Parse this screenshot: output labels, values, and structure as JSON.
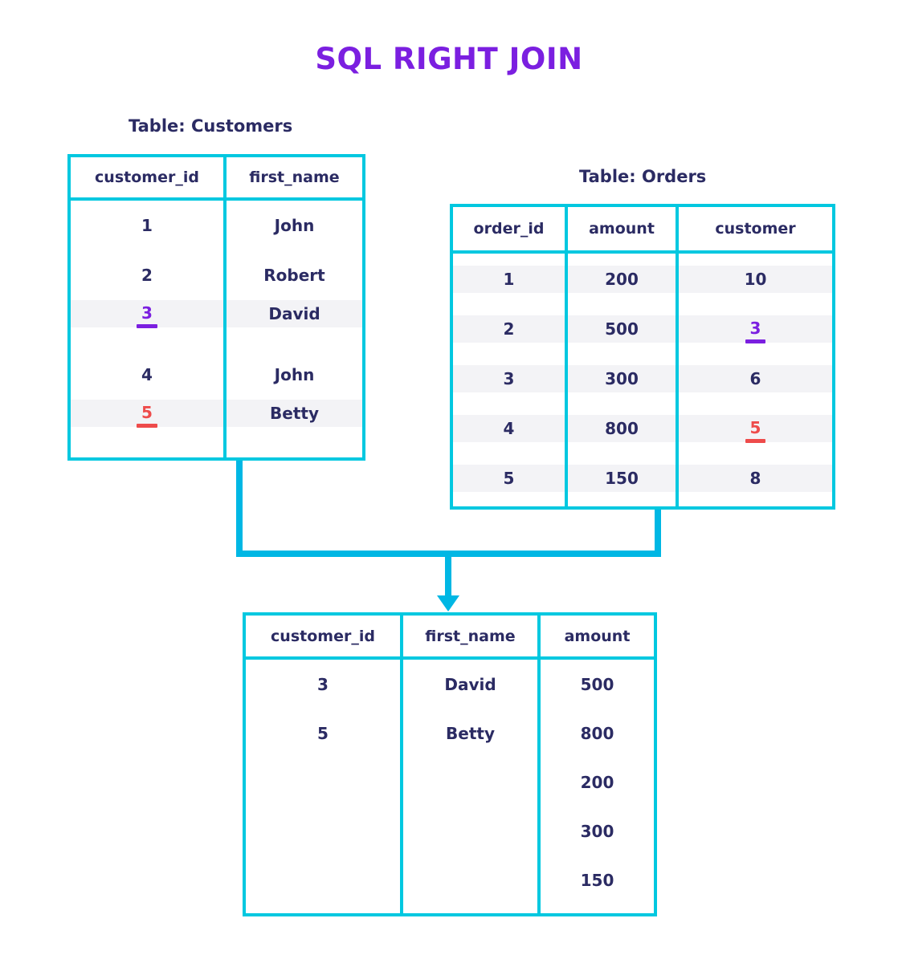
{
  "title": "SQL RIGHT JOIN",
  "colors": {
    "title": "#7b1fe0",
    "border": "#00c8e0",
    "connector": "#00b7e4",
    "text": "#2b2b63",
    "highlight_purple": "#7b1fe0",
    "highlight_red": "#ee4b4b",
    "stripe": "#f3f3f6",
    "background": "#ffffff"
  },
  "customers": {
    "caption": "Table: Customers",
    "headers": [
      "customer_id",
      "first_name"
    ],
    "rows": [
      {
        "customer_id": "1",
        "first_name": "John",
        "striped": false,
        "highlight": null
      },
      {
        "customer_id": "2",
        "first_name": "Robert",
        "striped": false,
        "highlight": null
      },
      {
        "customer_id": "3",
        "first_name": "David",
        "striped": true,
        "highlight": "purple"
      },
      {
        "customer_id": "4",
        "first_name": "John",
        "striped": false,
        "highlight": null
      },
      {
        "customer_id": "5",
        "first_name": "Betty",
        "striped": true,
        "highlight": "red"
      }
    ]
  },
  "orders": {
    "caption": "Table: Orders",
    "headers": [
      "order_id",
      "amount",
      "customer"
    ],
    "rows": [
      {
        "order_id": "1",
        "amount": "200",
        "customer": "10",
        "striped": true,
        "highlight": null
      },
      {
        "order_id": "2",
        "amount": "500",
        "customer": "3",
        "striped": true,
        "highlight": "purple"
      },
      {
        "order_id": "3",
        "amount": "300",
        "customer": "6",
        "striped": true,
        "highlight": null
      },
      {
        "order_id": "4",
        "amount": "800",
        "customer": "5",
        "striped": true,
        "highlight": "red"
      },
      {
        "order_id": "5",
        "amount": "150",
        "customer": "8",
        "striped": true,
        "highlight": null
      }
    ]
  },
  "result": {
    "headers": [
      "customer_id",
      "first_name",
      "amount"
    ],
    "rows": [
      {
        "customer_id": "3",
        "first_name": "David",
        "amount": "500"
      },
      {
        "customer_id": "5",
        "first_name": "Betty",
        "amount": "800"
      },
      {
        "customer_id": "",
        "first_name": "",
        "amount": "200"
      },
      {
        "customer_id": "",
        "first_name": "",
        "amount": "300"
      },
      {
        "customer_id": "",
        "first_name": "",
        "amount": "150"
      }
    ]
  }
}
